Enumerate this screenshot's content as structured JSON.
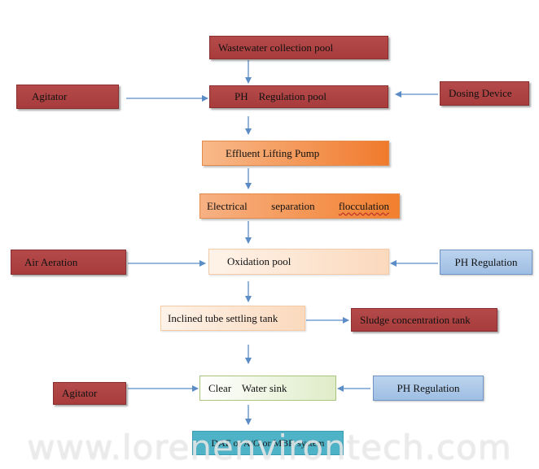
{
  "nodes": {
    "collection": "Wastewater collection pool",
    "ph_reg_pool": "PH    Regulation pool",
    "agitator_top": "Agitator",
    "dosing": "Dosing Device",
    "lifting_pump": "Effluent Lifting Pump",
    "electrical": {
      "part1": "Electrical",
      "part2": "separation",
      "part3": "flocculation"
    },
    "air_aeration": "Air Aeration",
    "oxidation": "Oxidation pool",
    "ph_regulation_mid": "PH Regulation",
    "settling": "Inclined tube settling tank",
    "sludge": "Sludge concentration tank",
    "agitator_bottom": "Agitator",
    "clear_sink": "Clear    Water sink",
    "ph_regulation_bottom": "PH Regulation",
    "final": "DAF or A/O or MBR system"
  },
  "watermark": "www.lorenenvirontech.com",
  "colors": {
    "red": "#aa3f3f",
    "orange": "#f07a2c",
    "blue": "#9fbee3",
    "green": "#dfecc8",
    "cyan": "#4fb3c8",
    "arrow": "#5b8cc6"
  }
}
